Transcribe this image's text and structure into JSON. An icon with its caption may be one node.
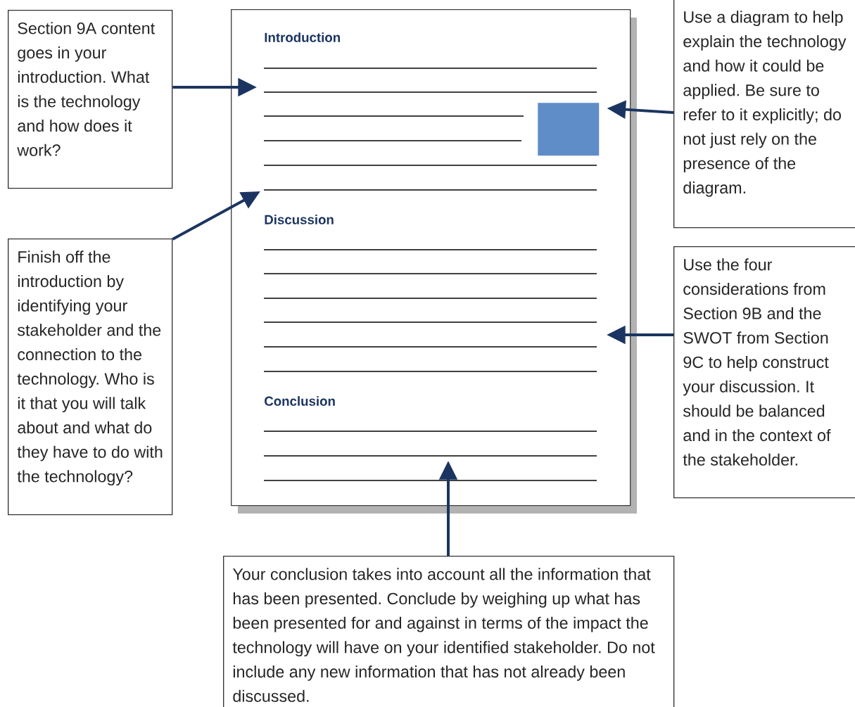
{
  "diagram": {
    "nodes": [
      {
        "text": [
          "Introduction",
          "Discussion",
          "Conclusion"
        ]
      },
      {
        "text": [],
        "shape": "box",
        "in": 0
      },
      {
        "text": [
          "Section 9A content goes in your introduction. What is the technology and how does it work?"
        ]
      },
      {
        "text": [
          "Finish off the introduction by identifying your stakeholder and the connection to the technology. Who is it that you will talk about and what do they have to do with the technology?"
        ]
      },
      {
        "text": [
          "Use a diagram to help explain the technology and how it could be applied. Be sure to refer to it explicitly; do not just rely on the presence of the diagram."
        ]
      },
      {
        "text": [
          "Use the four considerations from Section 9B and the SWOT from Section 9C to help construct your discussion. It should be balanced and in the context of the stakeholder."
        ]
      },
      {
        "text": [
          "Your conclusion takes into account all the information that has been presented. Conclude by weighing up what has been presented for and against in terms of the impact the technology will have on your identified stakeholder. Do not include any new information that has not already been discussed."
        ]
      }
    ],
    "edges": [
      {
        "from": 2,
        "to": 0,
        "arrow": "to"
      },
      {
        "from": 3,
        "to": 0,
        "arrow": "to"
      },
      {
        "from": 4,
        "to": 1,
        "arrow": "to"
      },
      {
        "from": 5,
        "to": 0,
        "arrow": "to"
      },
      {
        "from": 6,
        "to": 0,
        "arrow": "to"
      }
    ]
  }
}
